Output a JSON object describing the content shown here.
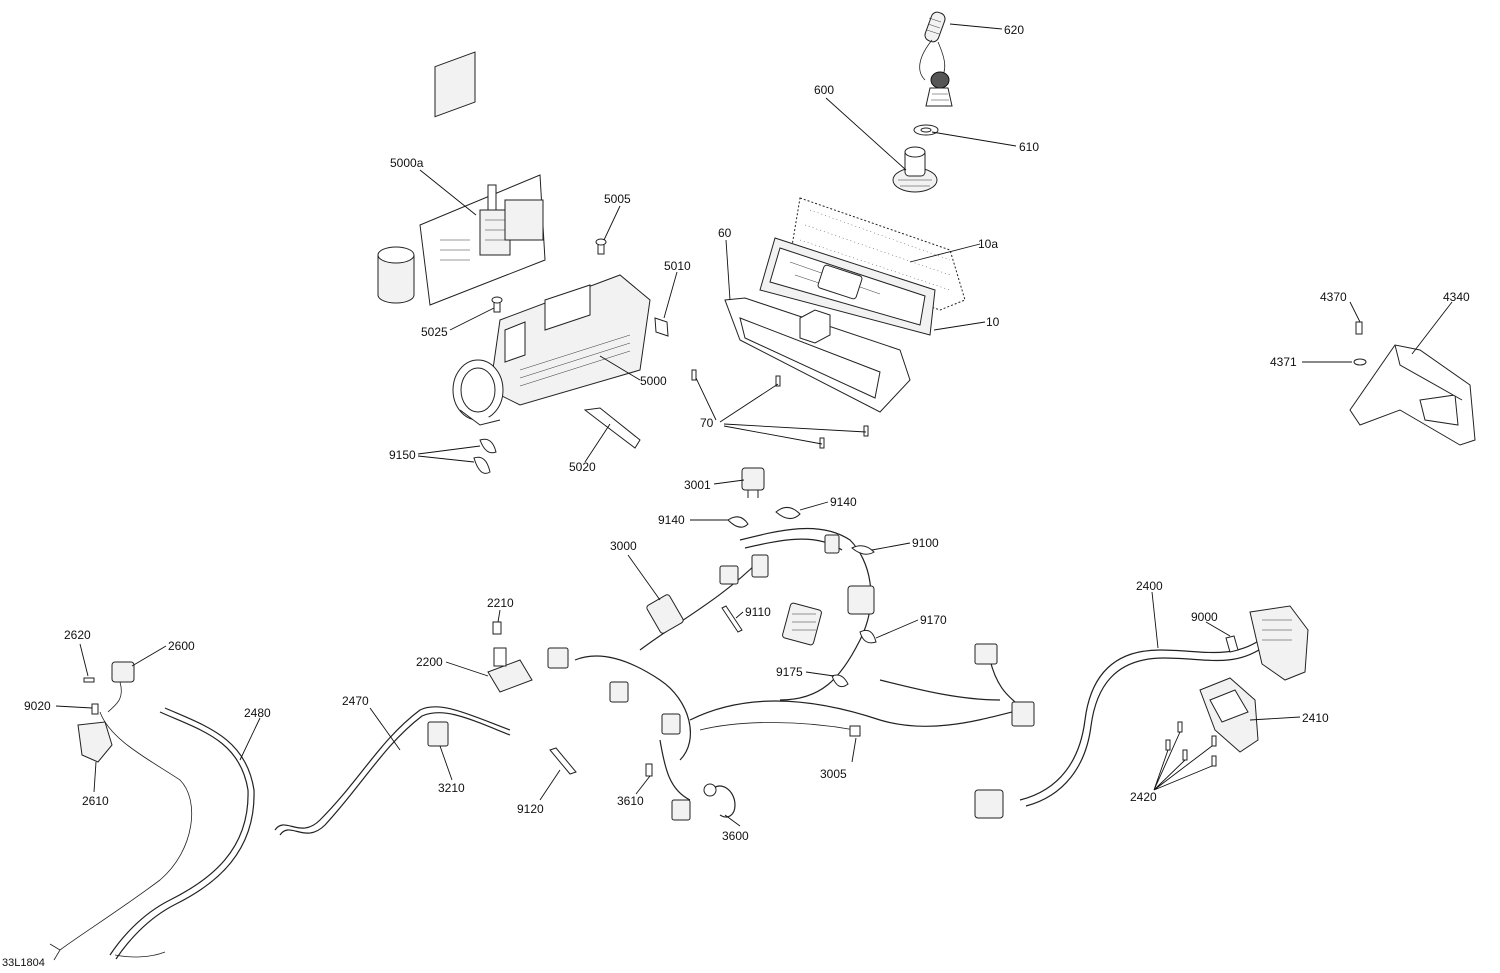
{
  "drawing_code": "33L1804",
  "callouts": {
    "p620": "620",
    "p600": "600",
    "p610": "610",
    "p5000a": "5000a",
    "p5005": "5005",
    "p60": "60",
    "p10a": "10a",
    "p5010": "5010",
    "p10": "10",
    "p4370": "4370",
    "p4340": "4340",
    "p4371": "4371",
    "p5025": "5025",
    "p5000": "5000",
    "p70": "70",
    "p9150": "9150",
    "p5020": "5020",
    "p3001": "3001",
    "p9140a": "9140",
    "p9140b": "9140",
    "p3000": "3000",
    "p9100": "9100",
    "p2400": "2400",
    "p2210": "2210",
    "p9110": "9110",
    "p9170": "9170",
    "p9000": "9000",
    "p2620": "2620",
    "p2600": "2600",
    "p2200": "2200",
    "p9175": "9175",
    "p2470": "2470",
    "p2480": "2480",
    "p9020": "9020",
    "p2410": "2410",
    "p3005": "3005",
    "p3210": "3210",
    "p2610": "2610",
    "p9120": "9120",
    "p3610": "3610",
    "p2420": "2420",
    "p3600": "3600"
  }
}
